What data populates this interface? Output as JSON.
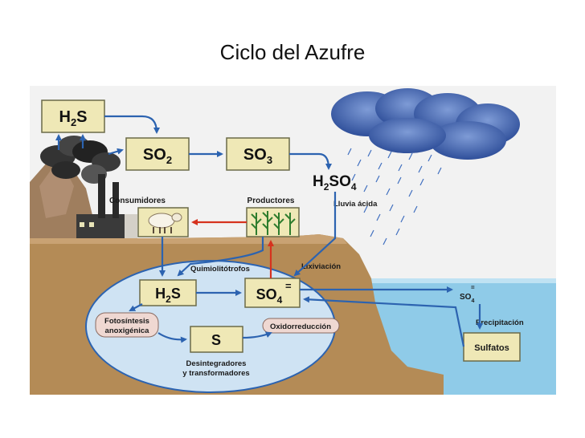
{
  "title": "Ciclo del Azufre",
  "diagram": {
    "nodes": {
      "h2s_top": {
        "base": "H",
        "sub": "2",
        "rest": "S"
      },
      "so2": {
        "base": "SO",
        "sub": "2"
      },
      "so3": {
        "base": "SO",
        "sub": "3"
      },
      "h2so4": {
        "base": "H",
        "sub": "2",
        "rest": "SO",
        "sub2": "4"
      },
      "h2s_cycle": {
        "base": "H",
        "sub": "2",
        "rest": "S"
      },
      "so4_cycle": {
        "base": "SO",
        "sub": "4",
        "sup": "="
      },
      "s": {
        "base": "S"
      },
      "so4_sea": {
        "base": "SO",
        "sub": "4",
        "sup": "="
      },
      "sulfatos": "Sulfatos"
    },
    "labels": {
      "consumidores": "Consumidores",
      "productores": "Productores",
      "lluvia_acida": "Lluvia ácida",
      "quimiolitotrofos": "Quimiolitótrofos",
      "lixiviacion": "Lixiviación",
      "fotosintesis_1": "Fotosíntesis",
      "fotosintesis_2": "anoxigénica",
      "oxidorreduccion": "Oxidorreducción",
      "desintegradores_1": "Desintegradores",
      "desintegradores_2": "y transformadores",
      "precipitacion": "Precipitación"
    },
    "colors": {
      "box_fill": "#efe8b6",
      "box_stroke": "#6b6a48",
      "arrow_blue": "#2c63b0",
      "arrow_red": "#d6321e",
      "soil": "#b48b56",
      "sea": "#8fcbe8",
      "ellipse_fill": "#cfe3f3",
      "sky": "#f2f2f2",
      "cloud": "#3f5fa9",
      "pill_fill": "#efd8d2"
    }
  }
}
